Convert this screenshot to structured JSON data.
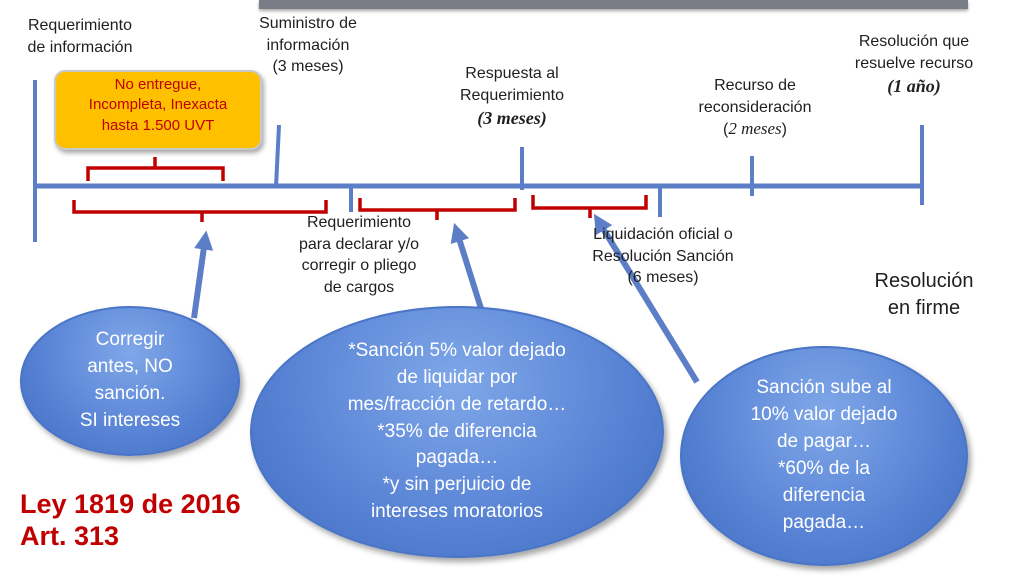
{
  "labels": {
    "req_info_1": "Requerimiento",
    "req_info_2": "de información",
    "sum_1": "Suministro de",
    "sum_2": "información",
    "sum_3": "(3 meses)",
    "resp_1": "Respuesta al",
    "resp_2": "Requerimiento",
    "resp_3": "(3 meses)",
    "recurso_1": "Recurso de",
    "recurso_2": "reconsideración",
    "recurso_3a": "(",
    "recurso_3b": "2 meses",
    "recurso_3c": ")",
    "resol_1": "Resolución que",
    "resol_2": "resuelve recurso",
    "resol_3": "(1 año)",
    "req_decl_1": "Requerimiento",
    "req_decl_2": "para declarar y/o",
    "req_decl_3": "corregir o pliego",
    "req_decl_4": "de cargos",
    "liq_1": "Liquidación oficial o",
    "liq_2": "Resolución Sanción",
    "liq_3": "(6 meses)",
    "firme_1": "Resolución",
    "firme_2": "en firme"
  },
  "orange_box": {
    "line1": "No entregue,",
    "line2": "Incompleta, Inexacta",
    "line3": "hasta  1.500 UVT"
  },
  "bubbles": {
    "b1": [
      "Corregir",
      "antes, NO",
      "sanción.",
      "SI intereses"
    ],
    "b2": [
      "*Sanción 5% valor dejado",
      "de liquidar por",
      "mes/fracción de retardo…",
      "*35% de diferencia",
      "pagada…",
      "*y sin perjuicio de",
      "intereses moratorios"
    ],
    "b3": [
      "Sanción sube al",
      "10% valor dejado",
      "de pagar…",
      "*60% de la",
      "diferencia",
      "pagada…"
    ]
  },
  "law": {
    "line1": "Ley 1819 de 2016",
    "line2": "Art. 313"
  },
  "colors": {
    "timeline": "#5b7ec7",
    "bracket": "#c00000",
    "orange_box": "#ffc000",
    "bubble": "#5a85d6",
    "law_text": "#c00000"
  }
}
